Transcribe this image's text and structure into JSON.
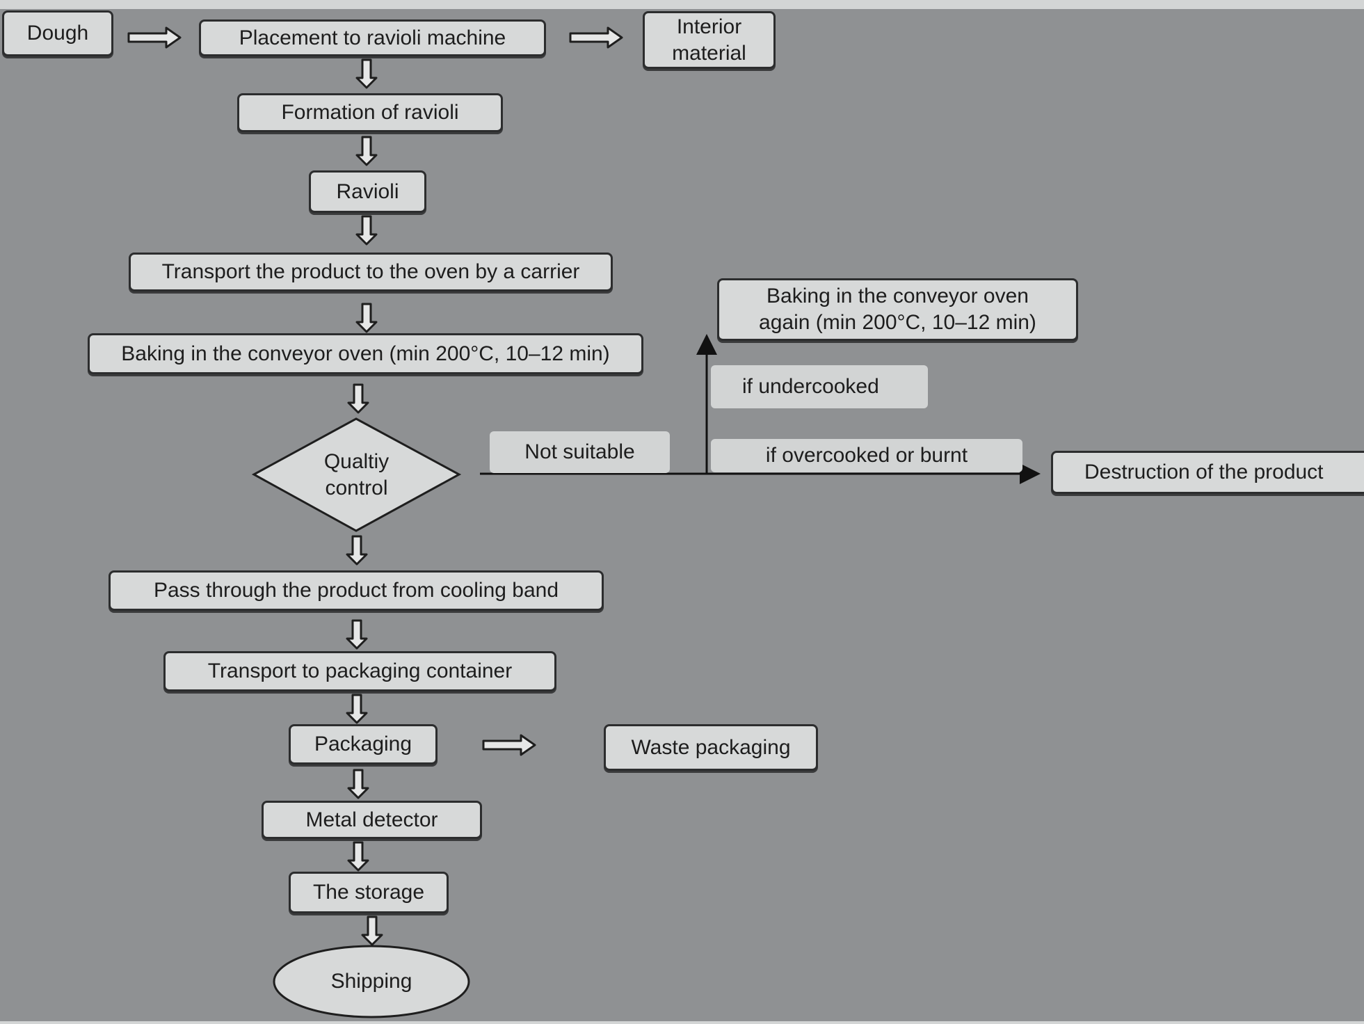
{
  "diagram": {
    "type": "process-flowchart",
    "nodes": {
      "dough": "Dough",
      "placement": "Placement to ravioli machine",
      "interior": "Interior material",
      "formation": "Formation of ravioli",
      "ravioli": "Ravioli",
      "transport_oven": "Transport the product to the oven by a carrier",
      "baking": "Baking in the conveyor oven (min 200°C, 10–12 min)",
      "quality": "Qualtiy control",
      "cooling": "Pass through the product from cooling band",
      "transport_pack": "Transport to packaging container",
      "packaging": "Packaging",
      "waste": "Waste packaging",
      "metal": "Metal detector",
      "storage": "The storage",
      "shipping": "Shipping",
      "baking_again": "Baking in the conveyor oven again (min 200°C, 10–12 min)",
      "destruction": "Destruction of the product"
    },
    "edge_labels": {
      "not_suitable": "Not suitable",
      "undercooked": "if undercooked",
      "overcooked": "if overcooked or burnt"
    },
    "edges": [
      [
        "dough",
        "placement"
      ],
      [
        "placement",
        "interior"
      ],
      [
        "placement",
        "formation"
      ],
      [
        "formation",
        "ravioli"
      ],
      [
        "ravioli",
        "transport_oven"
      ],
      [
        "transport_oven",
        "baking"
      ],
      [
        "baking",
        "quality"
      ],
      [
        "quality",
        "baking_again",
        "if undercooked"
      ],
      [
        "quality",
        "destruction",
        "if overcooked or burnt"
      ],
      [
        "quality",
        "cooling"
      ],
      [
        "cooling",
        "transport_pack"
      ],
      [
        "transport_pack",
        "packaging"
      ],
      [
        "packaging",
        "waste"
      ],
      [
        "packaging",
        "metal"
      ],
      [
        "metal",
        "storage"
      ],
      [
        "storage",
        "shipping"
      ]
    ],
    "colors": {
      "background": "#8f9193",
      "node_fill": "#d7d9d9",
      "stroke": "#2c2d2e"
    }
  }
}
